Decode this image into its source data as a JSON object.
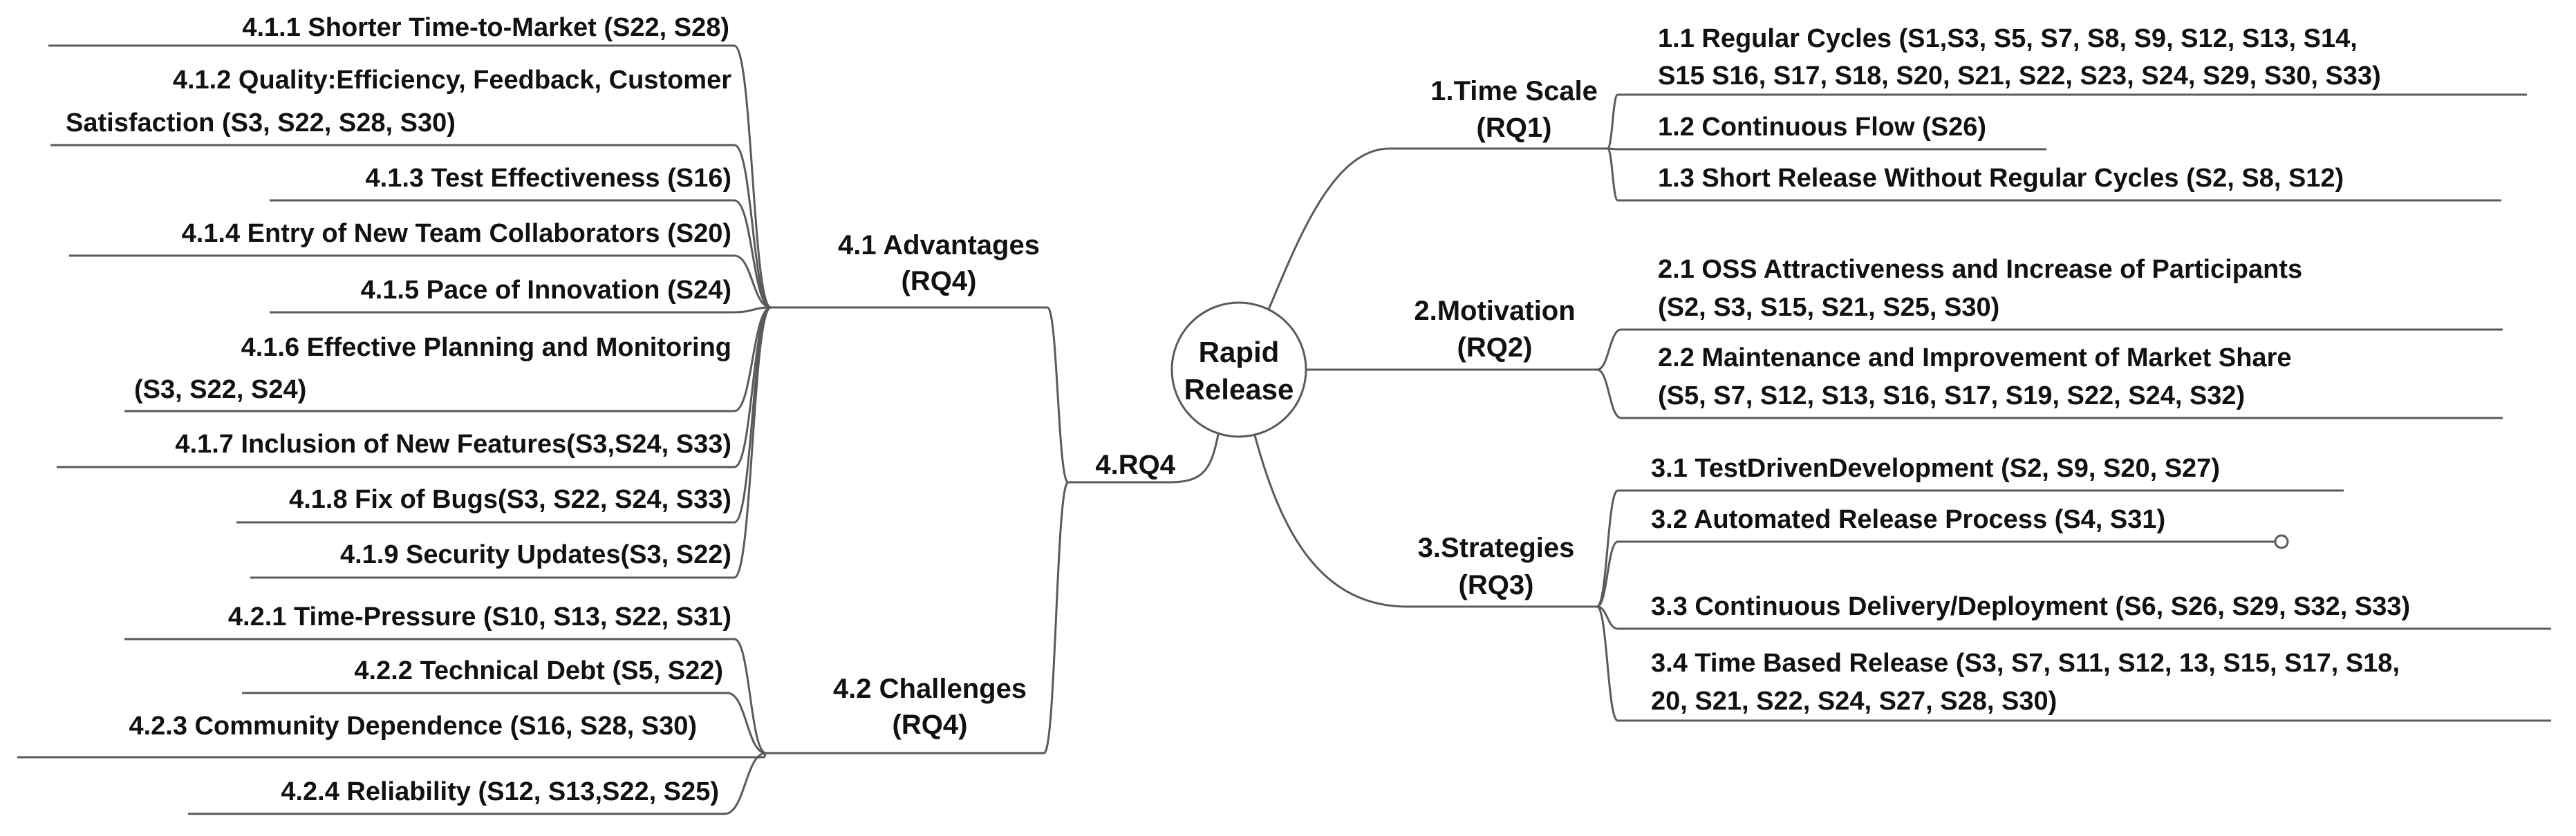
{
  "center": {
    "line1": "Rapid",
    "line2": "Release"
  },
  "rq4": {
    "label": "4.RQ4",
    "advantages": {
      "line1": "4.1 Advantages",
      "line2": "(RQ4)",
      "items": [
        [
          "4.1.1 Shorter Time-to-Market (S22, S28)"
        ],
        [
          "4.1.2 Quality:Efficiency, Feedback, Customer",
          "Satisfaction (S3, S22, S28, S30)"
        ],
        [
          "4.1.3 Test Effectiveness (S16)"
        ],
        [
          "4.1.4 Entry of New Team Collaborators (S20)"
        ],
        [
          "4.1.5 Pace of Innovation (S24)"
        ],
        [
          "4.1.6 Effective Planning and Monitoring",
          "(S3, S22, S24)"
        ],
        [
          "4.1.7 Inclusion of New Features(S3,S24, S33)"
        ],
        [
          "4.1.8 Fix of Bugs(S3, S22, S24, S33)"
        ],
        [
          "4.1.9 Security Updates(S3, S22)"
        ]
      ]
    },
    "challenges": {
      "line1": "4.2 Challenges",
      "line2": "(RQ4)",
      "items": [
        [
          "4.2.1 Time-Pressure (S10, S13, S22, S31)"
        ],
        [
          "4.2.2 Technical Debt (S5, S22)"
        ],
        [
          "4.2.3 Community Dependence (S16, S28, S30)"
        ],
        [
          "4.2.4 Reliability (S12, S13,S22, S25)"
        ]
      ]
    }
  },
  "time_scale": {
    "line1": "1.Time Scale",
    "line2": "(RQ1)",
    "items": [
      [
        "1.1 Regular Cycles (S1,S3, S5, S7, S8, S9, S12, S13, S14,",
        " S15  S16, S17, S18, S20, S21, S22, S23, S24, S29, S30, S33)"
      ],
      [
        "1.2 Continuous Flow (S26)"
      ],
      [
        "1.3  Short Release Without Regular Cycles (S2, S8, S12)"
      ]
    ]
  },
  "motivation": {
    "line1": "2.Motivation",
    "line2": "(RQ2)",
    "items": [
      [
        "2.1 OSS Attractiveness and Increase of Participants",
        "(S2, S3, S15, S21,  S25, S30)"
      ],
      [
        "2.2 Maintenance and Improvement of Market Share",
        "(S5, S7, S12, S13, S16, S17, S19, S22, S24, S32)"
      ]
    ]
  },
  "strategies": {
    "line1": "3.Strategies",
    "line2": "(RQ3)",
    "items": [
      [
        "3.1 TestDrivenDevelopment (S2, S9, S20, S27)"
      ],
      [
        "3.2 Automated Release Process (S4, S31)"
      ],
      [
        "3.3 Continuous Delivery/Deployment (S6, S26, S29, S32, S33)"
      ],
      [
        "3.4 Time Based Release (S3, S7, S11, S12, 13, S15, S17, S18,",
        "20, S21, S22, S24, S27, S28, S30)"
      ]
    ]
  },
  "colors": {
    "line": "#5a5a5a",
    "text": "#111111",
    "background": "#ffffff"
  }
}
